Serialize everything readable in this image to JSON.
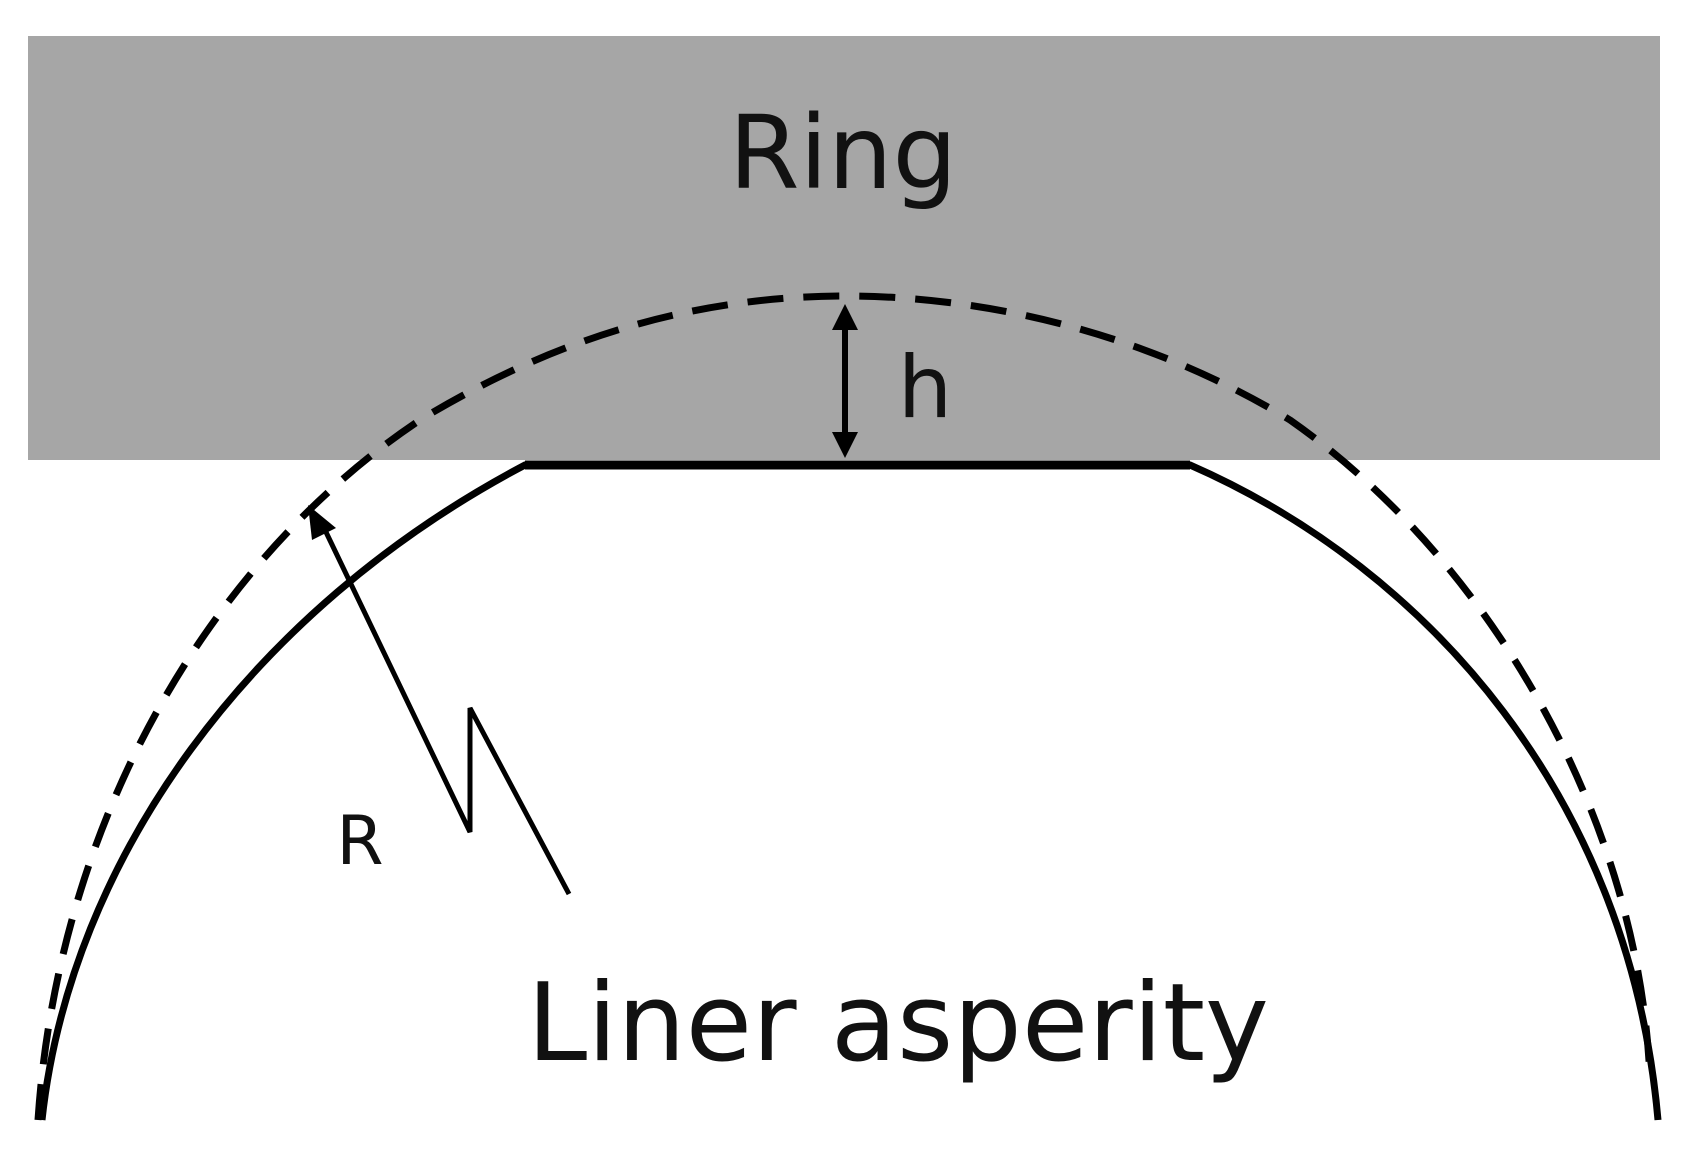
{
  "labels": {
    "ring": "Ring",
    "gap": "h",
    "radius": "R",
    "asperity": "Liner asperity"
  },
  "colors": {
    "ring_fill": "#a6a6a6",
    "line": "#000000",
    "background": "#ffffff"
  }
}
